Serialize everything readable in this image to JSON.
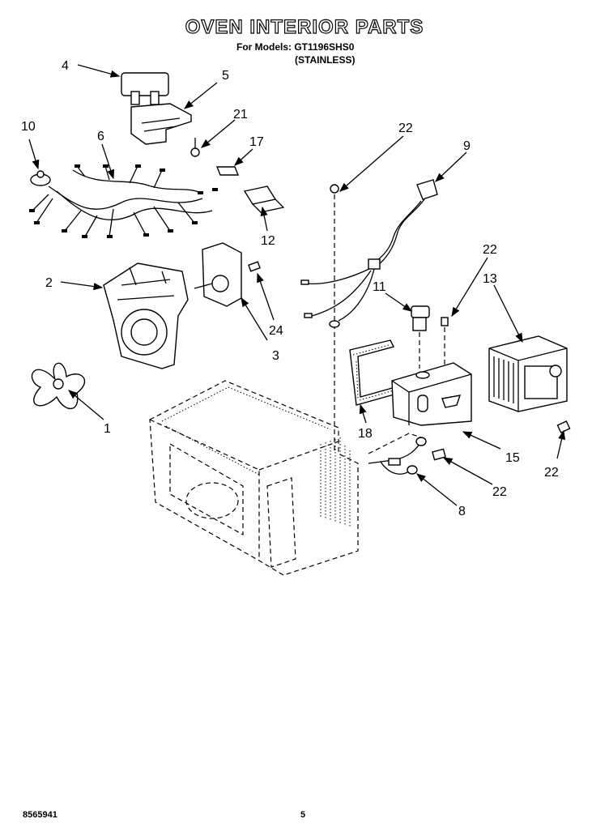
{
  "header": {
    "title": "OVEN INTERIOR PARTS",
    "models": "For Models: GT1196SHS0",
    "variant": "(STAINLESS)"
  },
  "callouts": [
    "4",
    "5",
    "21",
    "10",
    "6",
    "17",
    "22",
    "9",
    "12",
    "2",
    "24",
    "3",
    "11",
    "22",
    "13",
    "1",
    "18",
    "15",
    "22",
    "22",
    "8"
  ],
  "footer": {
    "doc_number": "8565941",
    "page": "5"
  }
}
